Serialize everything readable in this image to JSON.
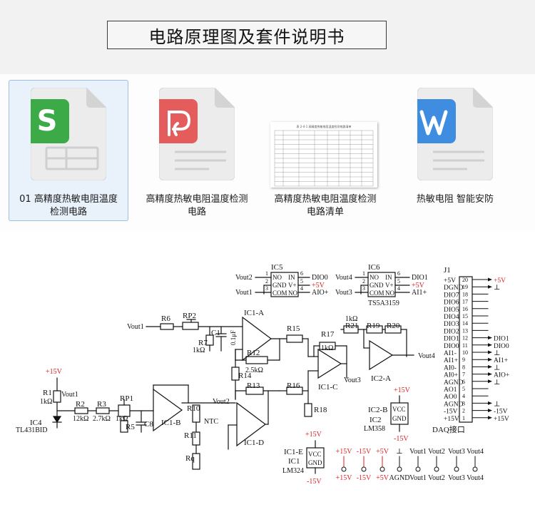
{
  "title": "电路原理图及套件说明书",
  "files": [
    {
      "label_line1": "01 高精度热敏电阻温度",
      "label_line2": "检测电路",
      "icon": "spreadsheet-icon",
      "color": "#3daa48",
      "selected": true
    },
    {
      "label_line1": "高精度热敏电阻温度检测",
      "label_line2": "电路",
      "icon": "pdf-icon",
      "color": "#e45c5c",
      "selected": false
    },
    {
      "label_line1": "高精度热敏电阻温度检测",
      "label_line2": "电路清单",
      "icon": "document-thumbnail",
      "color": "#ffffff",
      "selected": false
    },
    {
      "label_line1": "热敏电阻  智能安防",
      "label_line2": "",
      "icon": "word-icon",
      "color": "#3f8de0",
      "selected": false
    }
  ],
  "thumbnail": {
    "title": "表 2-4-1 高精度热敏电阻温度检测电路清单"
  },
  "schematic": {
    "ic5": {
      "name": "IC5",
      "pins_left": [
        "NO",
        "GND",
        "COM"
      ],
      "pins_right": [
        "IN",
        "V+",
        "NO"
      ],
      "pin_nums_left": [
        "1",
        "2",
        "3"
      ],
      "pin_nums_right": [
        "6",
        "5",
        "4"
      ],
      "left_nets": [
        "Vout2",
        "",
        "Vout1"
      ],
      "right_nets": [
        "DIO0",
        "+5V",
        "AIO+"
      ]
    },
    "ic6": {
      "name": "IC6",
      "part": "TS5A3159",
      "pins_left": [
        "NO",
        "GND",
        "COM"
      ],
      "pins_right": [
        "IN",
        "V+",
        "NO"
      ],
      "pin_nums_left": [
        "1",
        "2",
        "3"
      ],
      "pin_nums_right": [
        "6",
        "5",
        "4"
      ],
      "left_nets": [
        "Vout4",
        "",
        "Vout3"
      ],
      "right_nets": [
        "DIO1",
        "+5V",
        "AI1+"
      ]
    },
    "j1": {
      "name": "J1",
      "label": "DAQ接口",
      "pins": [
        {
          "n": "20",
          "name": "+5V",
          "net": "+5V",
          "red": true
        },
        {
          "n": "19",
          "name": "DGND",
          "net": "gnd"
        },
        {
          "n": "18",
          "name": "DIO7",
          "net": ""
        },
        {
          "n": "17",
          "name": "DIO6",
          "net": ""
        },
        {
          "n": "16",
          "name": "DIO5",
          "net": ""
        },
        {
          "n": "15",
          "name": "DIO4",
          "net": ""
        },
        {
          "n": "14",
          "name": "DIO3",
          "net": ""
        },
        {
          "n": "13",
          "name": "DIO2",
          "net": ""
        },
        {
          "n": "12",
          "name": "DIO1",
          "net": "DIO1"
        },
        {
          "n": "11",
          "name": "DIO0",
          "net": "DIO0"
        },
        {
          "n": "10",
          "name": "AI1-",
          "net": "gnd"
        },
        {
          "n": "9",
          "name": "AI1+",
          "net": "AI1+"
        },
        {
          "n": "8",
          "name": "AI0-",
          "net": "gnd"
        },
        {
          "n": "7",
          "name": "AI0+",
          "net": "AIO+"
        },
        {
          "n": "6",
          "name": "AGND",
          "net": "gnd"
        },
        {
          "n": "5",
          "name": "AO1",
          "net": ""
        },
        {
          "n": "4",
          "name": "AO0",
          "net": ""
        },
        {
          "n": "3",
          "name": "AGND",
          "net": "gnd"
        },
        {
          "n": "2",
          "name": "-15V",
          "net": "-15V"
        },
        {
          "n": "1",
          "name": "+15V",
          "net": "+15V"
        }
      ]
    },
    "labels": {
      "vout1": "Vout1",
      "vout2": "Vout2",
      "vout3": "Vout3",
      "vout4": "Vout4",
      "r6": "R6",
      "rp2": "RP2",
      "r7": "R7",
      "r7v": "1kΩ",
      "c1": "C1",
      "c1v": "0.1μF",
      "ic1a": "IC1-A",
      "ic1b": "IC1-B",
      "ic1c": "IC1-C",
      "ic1d": "IC1-D",
      "ic2a": "IC2-A",
      "r12": "R12",
      "r12v": "2.5kΩ",
      "r14": "R14",
      "r15": "R15",
      "r17": "R17",
      "r17v": "1kΩ",
      "r21": "R21",
      "r21v": "1kΩ",
      "r19": "R19",
      "r20": "R20",
      "r13": "R13",
      "r16": "R16",
      "r18": "R18",
      "r1": "R1",
      "r1v": "1kΩ",
      "r2": "R2",
      "r2v": "12kΩ",
      "r3": "R3",
      "r3v": "2.7kΩ",
      "rp1": "RP1",
      "rp1v": "1kΩ",
      "r5": "R5",
      "c8": "C8",
      "r10": "R10",
      "r10t": "NTC",
      "r11": "R11",
      "rq": "Rq",
      "ic4": "IC4",
      "ic4p": "TL431BID",
      "p15": "+15V",
      "ic2b": "IC2-B",
      "ic2": "IC2",
      "ic2p": "LM358",
      "ic1e": "IC1-E",
      "ic1": "IC1",
      "ic1p": "LM324",
      "vcc": "VCC",
      "gnd": "GND",
      "p15v": "+15V",
      "m15v": "-15V"
    },
    "terminals": {
      "top": [
        "+15V",
        "-15V",
        "+5V",
        "⊥",
        "Vout1",
        "Vout2",
        "Vout3",
        "Vout4"
      ],
      "bottom": [
        "+15V",
        "-15V",
        "+5V",
        "AGND",
        "Vout1",
        "Vout2",
        "Vout3",
        "Vout4"
      ]
    }
  }
}
